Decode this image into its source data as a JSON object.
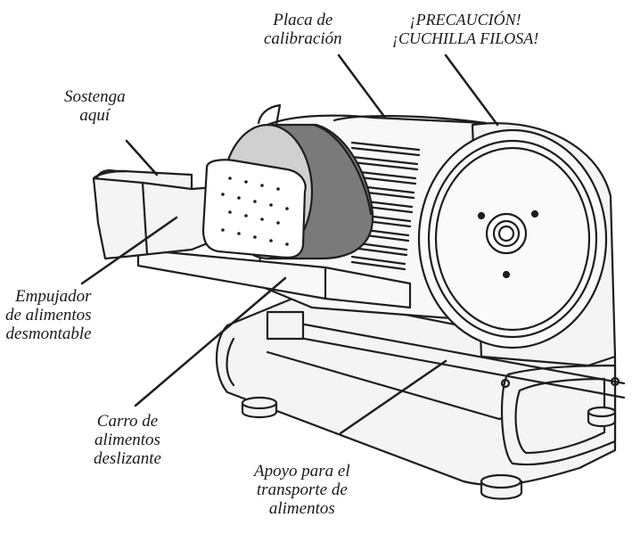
{
  "labels": {
    "calibration_plate": [
      "Placa de",
      "calibración"
    ],
    "warning_blade": [
      "¡PRECAUCIÓN!",
      "¡CUCHILLA FILOSA!"
    ],
    "hold_here": [
      "Sostenga",
      "aquí"
    ],
    "food_pusher": [
      "Empujador",
      "de alimentos",
      "desmontable"
    ],
    "food_carriage": [
      "Carro de",
      "alimentos",
      "deslizante"
    ],
    "food_support": [
      "Apoyo para el",
      "transporte de",
      "alimentos"
    ]
  },
  "colors": {
    "outline": "#1e1e1e",
    "body_light": "#f4f4f4",
    "knob_front": "#d0d0d0",
    "knob_side": "#7a7a7a",
    "blade_fill": "#fafafa"
  }
}
